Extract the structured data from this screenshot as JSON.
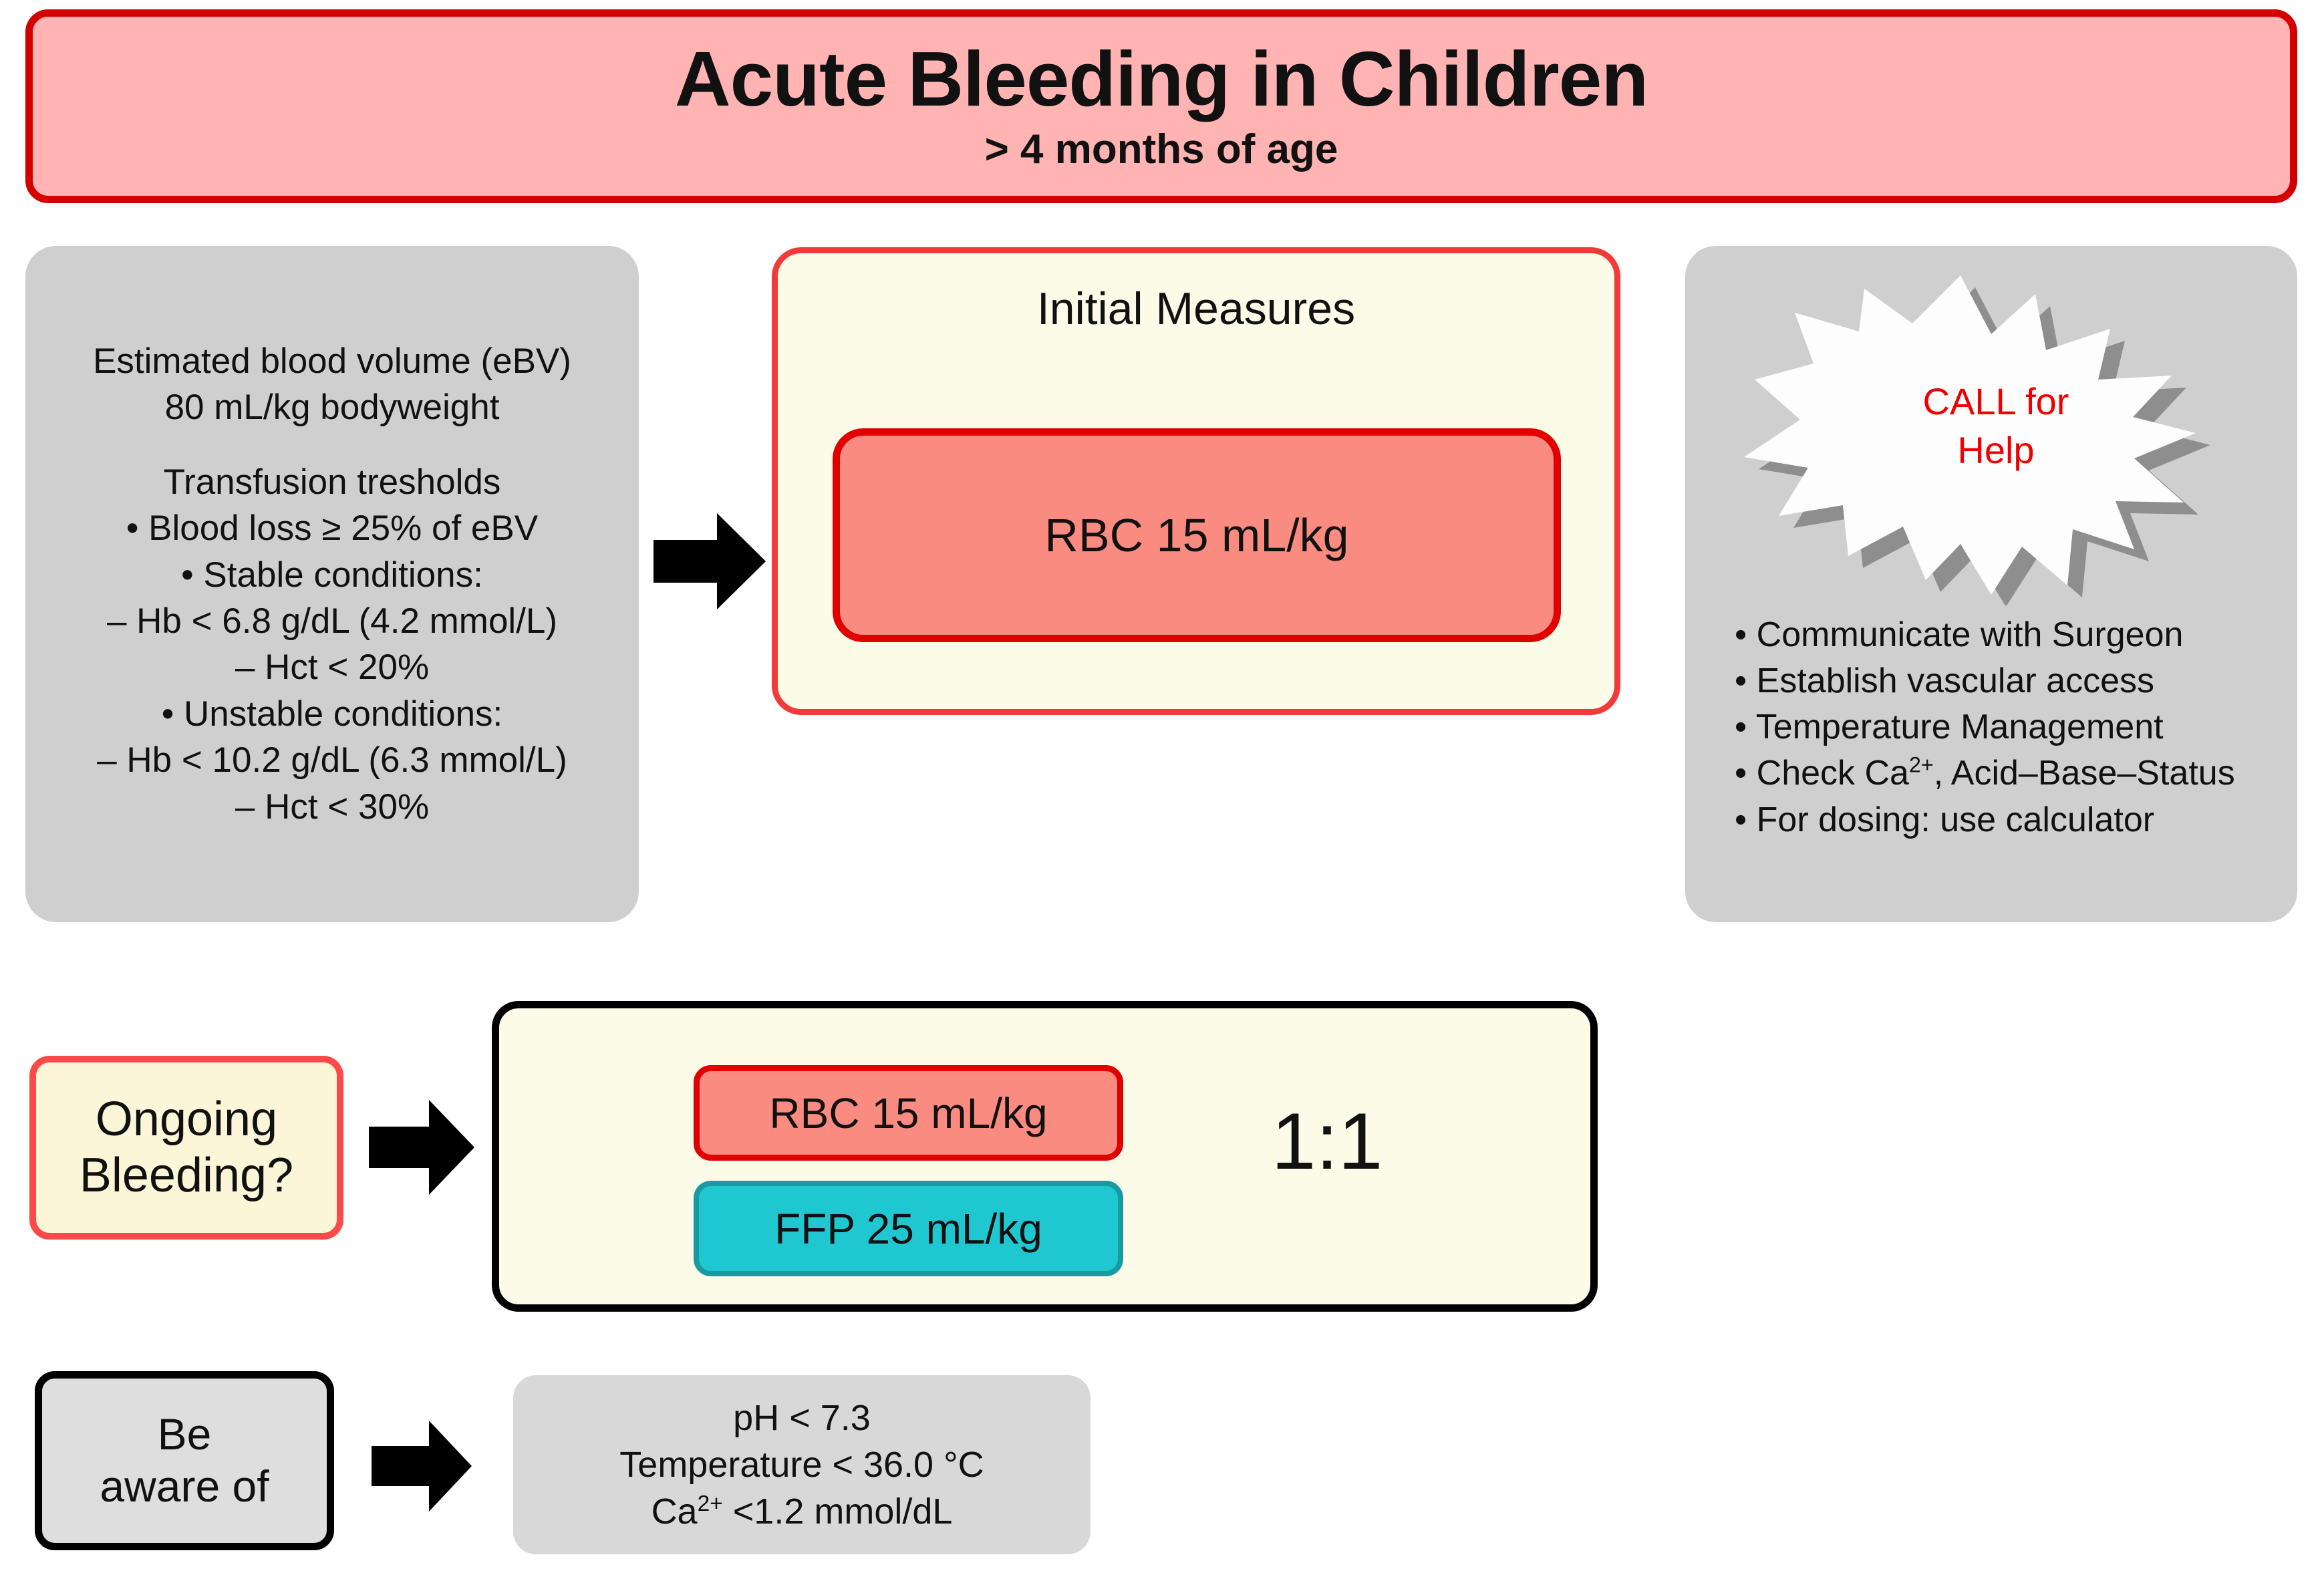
{
  "header": {
    "title": "Acute Bleeding in Children",
    "subtitle": "> 4 months of age",
    "fill_color": "#FFB3B3",
    "border_color": "#D40000"
  },
  "left_panel": {
    "ebv_line1": "Estimated blood volume (eBV)",
    "ebv_line2": "80 mL/kg bodyweight",
    "thresholds_heading": "Transfusion tresholds",
    "threshold_lines": [
      "• Blood loss ≥  25% of eBV",
      "• Stable conditions:",
      "– Hb < 6.8 g/dL  (4.2 mmol/L)",
      "– Hct < 20%",
      "• Unstable conditions:",
      "– Hb < 10.2 g/dL (6.3 mmol/L)",
      "– Hct < 30%"
    ],
    "panel_color": "#CFCFCF"
  },
  "initial_measures": {
    "title": "Initial Measures",
    "rbc_dose": "RBC 15 mL/kg",
    "box_fill": "#FBFBE8",
    "box_border": "#F33A3A",
    "rbc_fill": "#FA8B80",
    "rbc_border": "#E00000"
  },
  "right_panel": {
    "call_line1": "CALL for",
    "call_line2": "Help",
    "call_color": "#FF0000",
    "bullets": [
      {
        "text_before": "• Communicate with Surgeon",
        "sup": "",
        "text_after": ""
      },
      {
        "text_before": "• Establish vascular access",
        "sup": "",
        "text_after": ""
      },
      {
        "text_before": "• Temperature Management",
        "sup": "",
        "text_after": ""
      },
      {
        "text_before": "• Check Ca",
        "sup": "2+",
        "text_after": ", Acid–Base–Status"
      },
      {
        "text_before": "• For dosing: use calculator",
        "sup": "",
        "text_after": ""
      }
    ],
    "panel_color": "#CFCFCF"
  },
  "ongoing": {
    "label_line1": "Ongoing",
    "label_line2": "Bleeding?",
    "box_fill": "#FBF6D8",
    "box_border": "#FB4A4A"
  },
  "transfusion": {
    "rbc_dose": "RBC 15 mL/kg",
    "ffp_dose": "FFP 25 mL/kg",
    "ratio": "1:1",
    "box_fill": "#FBFBE8",
    "box_border": "#000000",
    "rbc_fill": "#FA8B80",
    "rbc_border": "#E00000",
    "ffp_fill": "#1FC8D0",
    "ffp_border": "#189AA3"
  },
  "be_aware": {
    "label_line1": "Be",
    "label_line2": "aware of",
    "box_fill": "#DEDEDE",
    "box_border": "#000000",
    "info_fill": "#D8D8D8",
    "info_lines": [
      {
        "text_before": "pH < 7.3",
        "sup": "",
        "text_after": ""
      },
      {
        "text_before": "Temperature  < 36.0 °C",
        "sup": "",
        "text_after": ""
      },
      {
        "text_before": "Ca",
        "sup": "2+",
        "text_after": "  <1.2 mmol/dL"
      }
    ]
  },
  "icons": {
    "arrow_right": "arrow-right-icon",
    "starburst": "starburst-icon"
  }
}
